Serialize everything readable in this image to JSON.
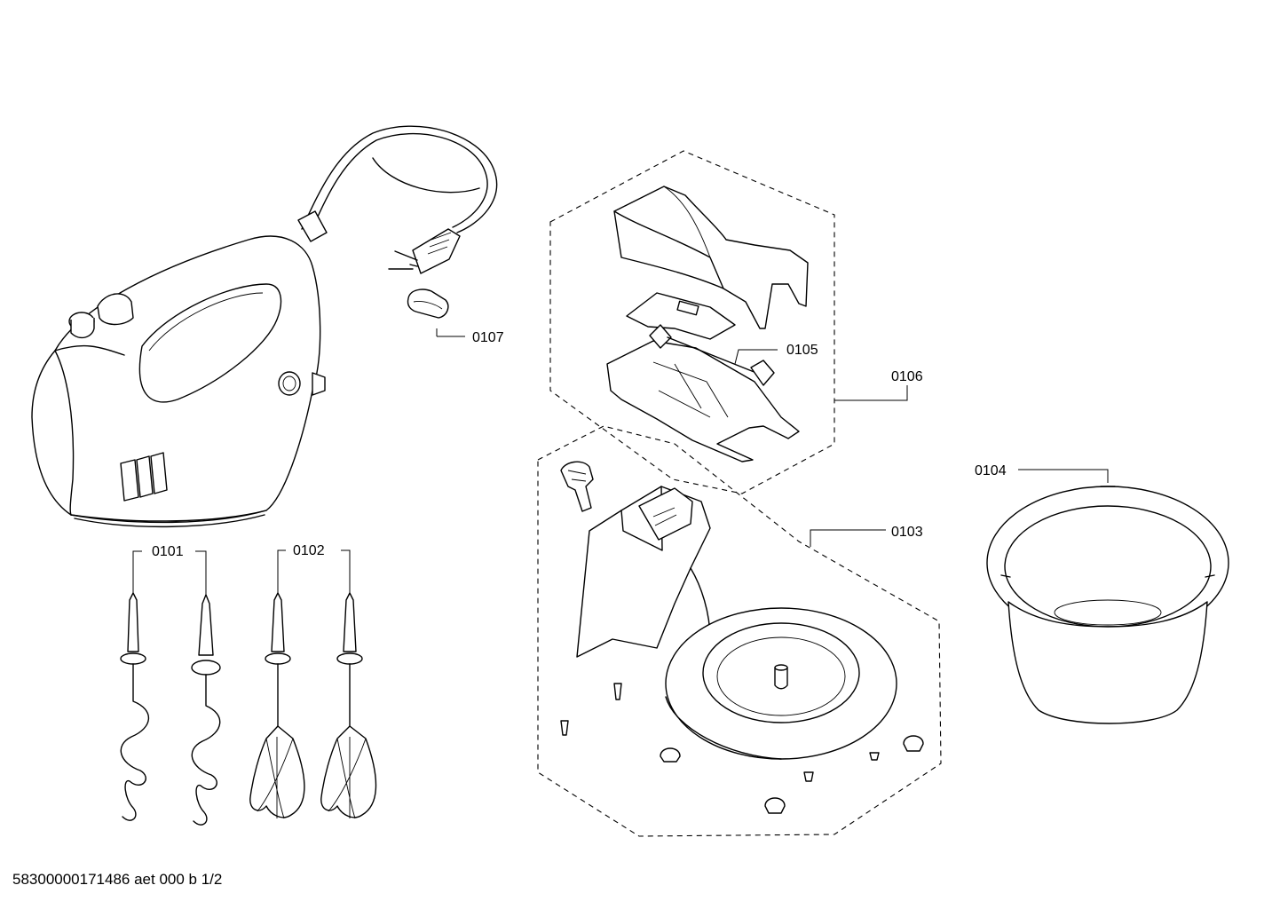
{
  "callouts": {
    "p0101": "0101",
    "p0102": "0102",
    "p0103": "0103",
    "p0104": "0104",
    "p0105": "0105",
    "p0106": "0106",
    "p0107": "0107"
  },
  "footer": "58300000171486 aet 000 b 1/2"
}
